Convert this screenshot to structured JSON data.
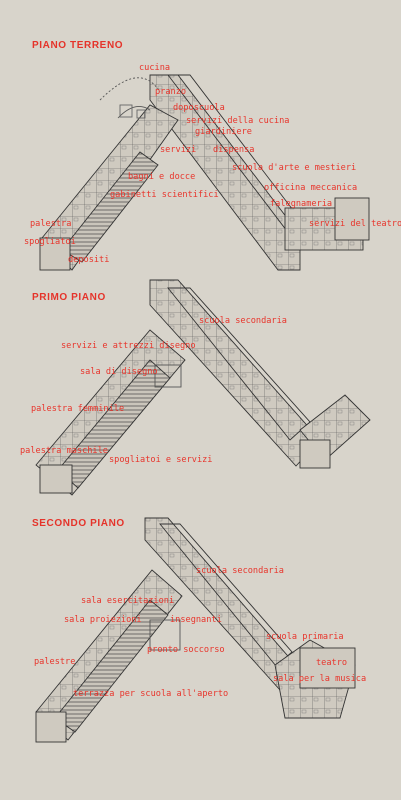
{
  "sections": [
    {
      "heading": "PIANO TERRENO",
      "labels": [
        "cucina",
        "pranzo",
        "doposcuola",
        "servizi della cucina",
        "giardiniere",
        "servizi",
        "dispensa",
        "scuola d'arte e mestieri",
        "bagni e docce",
        "officina meccanica",
        "gabinetti scientifici",
        "falegnameria",
        "palestra",
        "servizi del teatro",
        "spogliatoi",
        "depositi"
      ]
    },
    {
      "heading": "PRIMO PIANO",
      "labels": [
        "scuola secondaria",
        "servizi e attrezzi disegno",
        "sala di disegno",
        "palestra femminile",
        "palestra maschile",
        "spogliatoi e servizi"
      ]
    },
    {
      "heading": "SECONDO PIANO",
      "labels": [
        "scuola secondaria",
        "sala esercitazioni",
        "sala proiezioni",
        "insegnanti",
        "scuola primaria",
        "pronto soccorso",
        "palestre",
        "teatro",
        "sala per la musica",
        "terrazza per scuola all'aperto"
      ]
    }
  ],
  "colors": {
    "label_red": "#e8352c",
    "paper": "#d8d4cb",
    "ink": "#333333"
  }
}
